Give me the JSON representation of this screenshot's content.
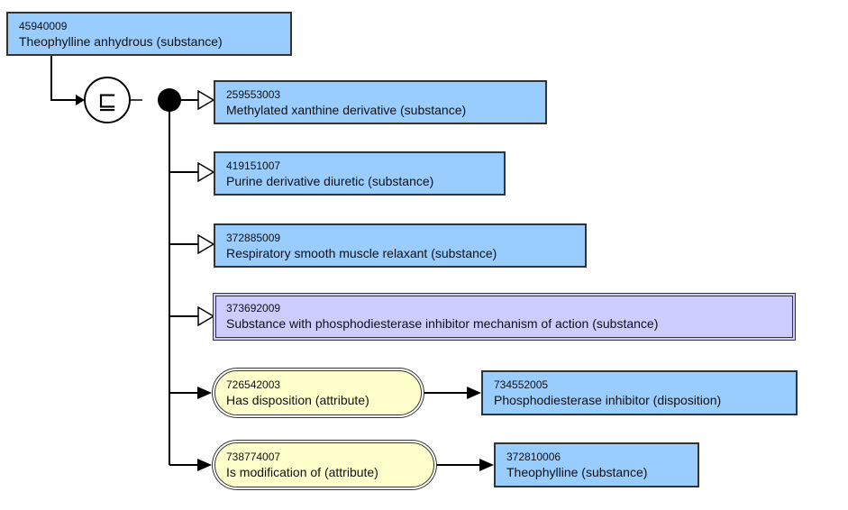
{
  "focus": {
    "sctid": "45940009",
    "term": "Theophylline anhydrous (substance)"
  },
  "parents": [
    {
      "sctid": "259553003",
      "term": "Methylated xanthine derivative (substance)",
      "style": "primitive"
    },
    {
      "sctid": "419151007",
      "term": "Purine derivative diuretic (substance)",
      "style": "primitive"
    },
    {
      "sctid": "372885009",
      "term": "Respiratory smooth muscle relaxant (substance)",
      "style": "primitive"
    },
    {
      "sctid": "373692009",
      "term": "Substance with phosphodiesterase inhibitor mechanism of action (substance)",
      "style": "defined"
    }
  ],
  "attributes": [
    {
      "type": {
        "sctid": "726542003",
        "term": "Has disposition (attribute)"
      },
      "value": {
        "sctid": "734552005",
        "term": "Phosphodiesterase inhibitor (disposition)"
      }
    },
    {
      "type": {
        "sctid": "738774007",
        "term": "Is modification of (attribute)"
      },
      "value": {
        "sctid": "372810006",
        "term": "Theophylline (substance)"
      }
    }
  ],
  "definition_status_symbol": "⊑",
  "colors": {
    "primitive_fill": "#99ccff",
    "defined_fill": "#ccccff",
    "attribute_fill": "#ffffcc",
    "line": "#000000"
  }
}
